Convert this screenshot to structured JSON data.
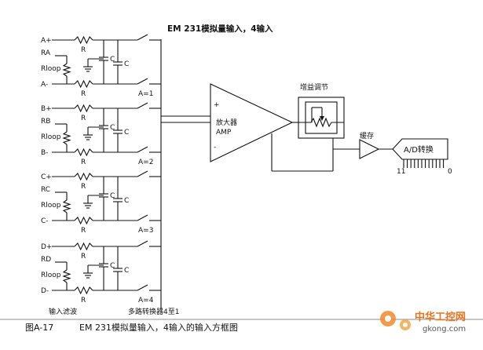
{
  "title": "EM 231模拟量输入，4输入",
  "channels": [
    {
      "pos": "A+",
      "ref": "RA",
      "loop": "Rloop",
      "neg": "A-",
      "sel": "A=1"
    },
    {
      "pos": "B+",
      "ref": "RB",
      "loop": "Rloop",
      "neg": "B-",
      "sel": "A=2"
    },
    {
      "pos": "C+",
      "ref": "RC",
      "loop": "Rloop",
      "neg": "C-",
      "sel": "A=3"
    },
    {
      "pos": "D+",
      "ref": "RD",
      "loop": "Rloop",
      "neg": "D-",
      "sel": "A=4"
    }
  ],
  "resistor_label": "R",
  "cap_label": "C",
  "amp": {
    "plus": "+",
    "minus": "-",
    "label_cn": "放大器",
    "label_en": "AMP"
  },
  "gain_label": "增益调节",
  "buffer_label": "缓存",
  "adc": {
    "label": "A/D转换",
    "bit_high": "11",
    "bit_low": "0"
  },
  "input_filter_label": "输入滤波",
  "mux_label": "多路转换器4至1",
  "caption": {
    "fig": "图A-17",
    "text": "EM 231模拟量输入，4输入的输入方框图"
  },
  "watermark": {
    "cn": "中华工控网",
    "url": "gkong.com"
  }
}
